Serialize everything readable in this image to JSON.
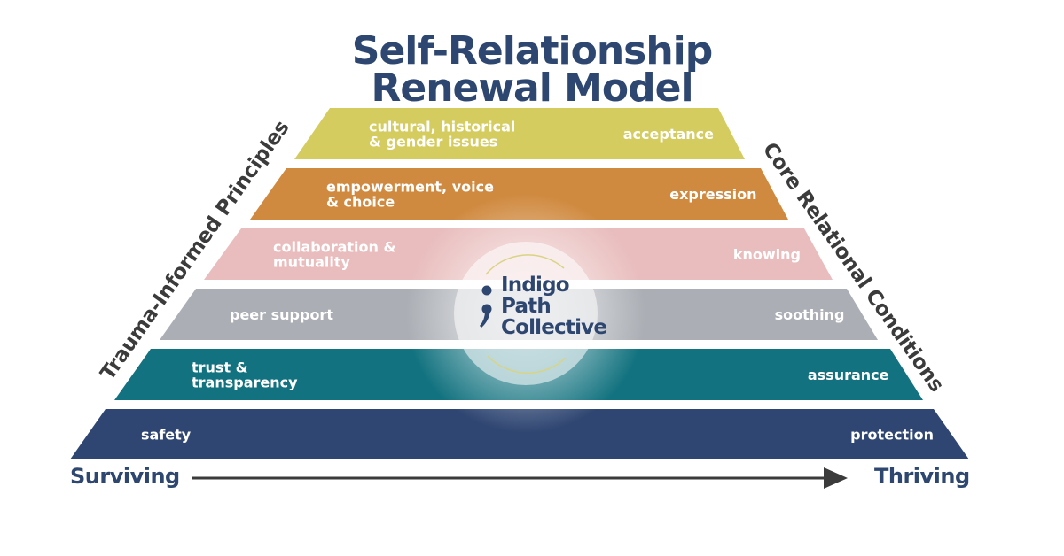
{
  "title": {
    "line1": "Self-Relationship",
    "line2": "Renewal Model"
  },
  "left_axis_label": "Trauma-Informed Principles",
  "right_axis_label": "Core Relational Conditions",
  "bottom": {
    "start": "Surviving",
    "end": "Thriving"
  },
  "logo": {
    "line1": "Indigo",
    "line2": "Path",
    "line3": "Collective"
  },
  "tiers": [
    {
      "id": "tier-1",
      "color": "#d4cc5f",
      "left_lines": [
        "cultural, historical",
        "& gender issues"
      ],
      "right": "acceptance"
    },
    {
      "id": "tier-2",
      "color": "#d08a40",
      "left_lines": [
        "empowerment, voice",
        "& choice"
      ],
      "right": "expression"
    },
    {
      "id": "tier-3",
      "color": "#e9bdbd",
      "left_lines": [
        "collaboration &",
        "mutuality"
      ],
      "right": "knowing"
    },
    {
      "id": "tier-4",
      "color": "#abafb5",
      "left_lines": [
        "peer support"
      ],
      "right": "soothing"
    },
    {
      "id": "tier-5",
      "color": "#12727f",
      "left_lines": [
        "trust &",
        "transparency"
      ],
      "right": "assurance"
    },
    {
      "id": "tier-6",
      "color": "#2f4672",
      "left_lines": [
        "safety"
      ],
      "right": "protection"
    }
  ]
}
